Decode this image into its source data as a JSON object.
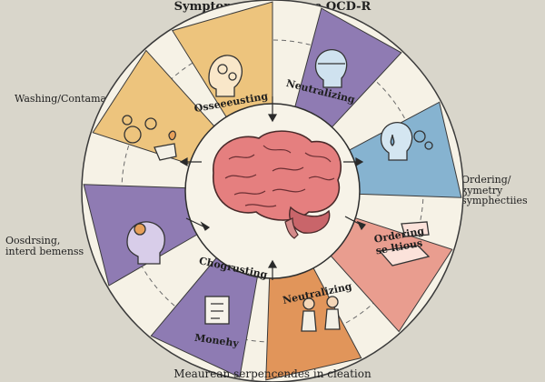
{
  "title": "Symptom æeausten se OCD-R",
  "footer": "Meaurean serpencendes in cleation",
  "side_labels": {
    "washing": "Washing/Contamation",
    "ordering_line1": "Ordering/ʒymetry",
    "ordering_line2": "symphectiies",
    "obsessing_line1": "Oosdrsing,",
    "obsessing_line2": "interd bemenss"
  },
  "segments": [
    {
      "label": "Osseeeusting",
      "color": "#edc47d"
    },
    {
      "label": "Neutralizing",
      "color": "#8f7bb3"
    },
    {
      "label": "",
      "color": "#86b3d0"
    },
    {
      "label_line1": "Ordering",
      "label_line2": "se ltious",
      "color": "#e99d8f"
    },
    {
      "label": "Neutralizing",
      "color": "#e1955a"
    },
    {
      "label": "Chogrusting",
      "label_bottom": "Monehy",
      "color": "#8e7bb3"
    },
    {
      "label": "",
      "color": "#8f7bb3"
    },
    {
      "label": "",
      "color": "#edc47d"
    }
  ],
  "colors": {
    "background": "#d9d6cb",
    "ring": "#f6f2e6",
    "brain": "#e57f7f",
    "cerebellum": "#c9656a"
  }
}
